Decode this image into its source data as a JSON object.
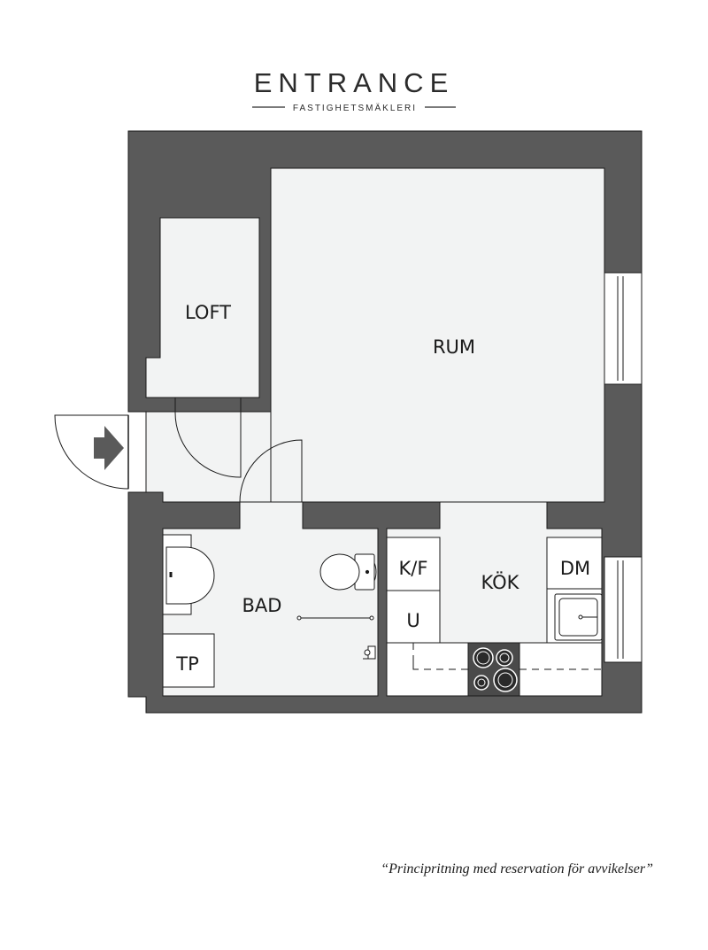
{
  "brand": {
    "name": "ENTRANCE",
    "tagline": "FASTIGHETSMÄKLERI"
  },
  "rooms": {
    "loft": "LOFT",
    "rum": "RUM",
    "bad": "BAD",
    "kok": "KÖK",
    "kf": "K/F",
    "u": "U",
    "dm": "DM",
    "tp": "TP"
  },
  "footer": {
    "disclaimer": "“Principritning med reservation för avvikelser”"
  },
  "colors": {
    "wall": "#5a5a5a",
    "floor": "#f2f3f3",
    "line": "#1a1a1a",
    "stove": "#4a4a4a"
  },
  "icons": {
    "entrance_arrow": "entrance-arrow-icon"
  }
}
